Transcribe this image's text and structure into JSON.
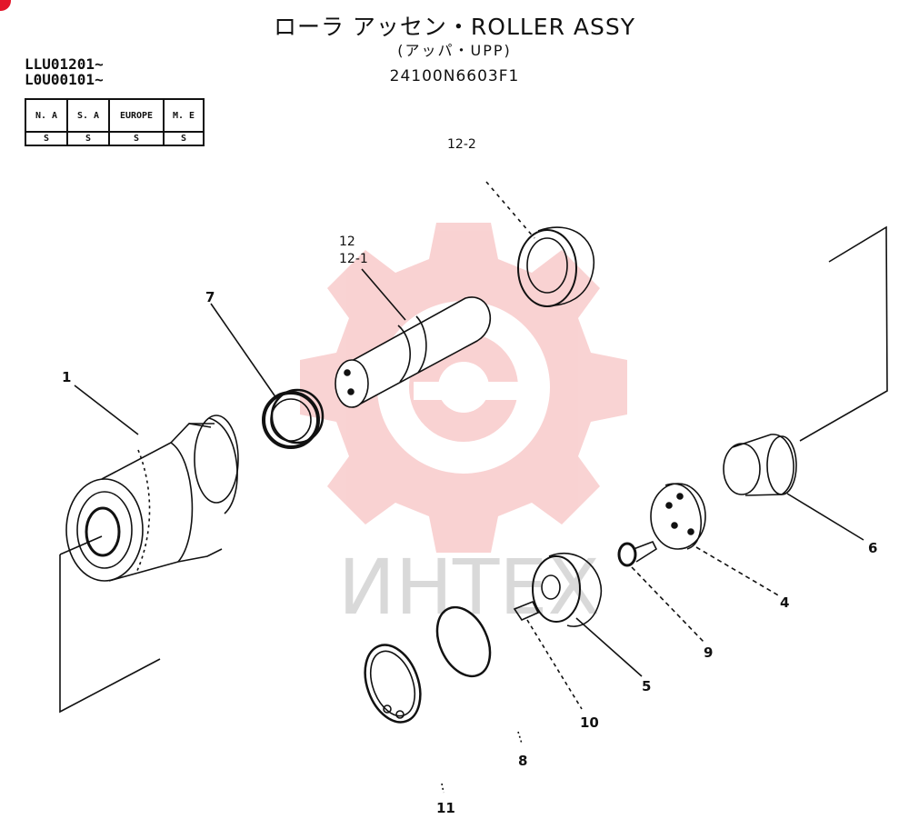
{
  "header": {
    "title": "ローラ アッセン・ROLLER ASSY",
    "subtitle": "(アッパ・UPP)",
    "part_number": "24100N6603F1",
    "serial_lines": [
      "LLU01201~",
      "L0U00101~"
    ]
  },
  "spec_table": {
    "headers": [
      "N. A",
      "S. A",
      "EUROPE",
      "M. E"
    ],
    "values": [
      "S",
      "S",
      "S",
      "S"
    ]
  },
  "watermark": {
    "text": "ИНТЕХ",
    "color": "#f0a0a0"
  },
  "callouts": {
    "c1": "1",
    "c7": "7",
    "c12": "12",
    "c12_1": "12-1",
    "c12_2": "12-2",
    "c6": "6",
    "c4": "4",
    "c9": "9",
    "c5": "5",
    "c10": "10",
    "c8": "8",
    "c11": "11"
  },
  "colors": {
    "ink": "#111111",
    "accent": "#e3162a"
  }
}
